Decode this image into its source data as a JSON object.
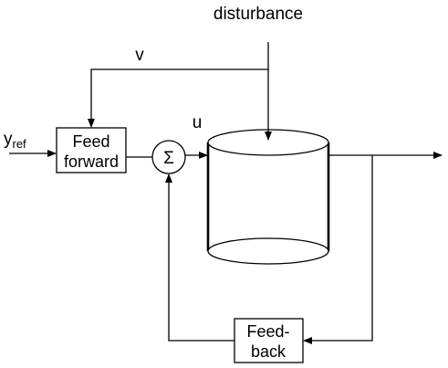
{
  "diagram": {
    "labels": {
      "disturbance": "disturbance",
      "v": "v",
      "u": "u",
      "y_ref": "y",
      "y_ref_sub": "ref",
      "sum_symbol": "Σ"
    },
    "blocks": {
      "feedforward": {
        "line1": "Feed",
        "line2": "forward"
      },
      "feedback": {
        "line1": "Feed-",
        "line2": "back"
      }
    },
    "colors": {
      "stroke": "#000000",
      "background": "#ffffff"
    }
  }
}
